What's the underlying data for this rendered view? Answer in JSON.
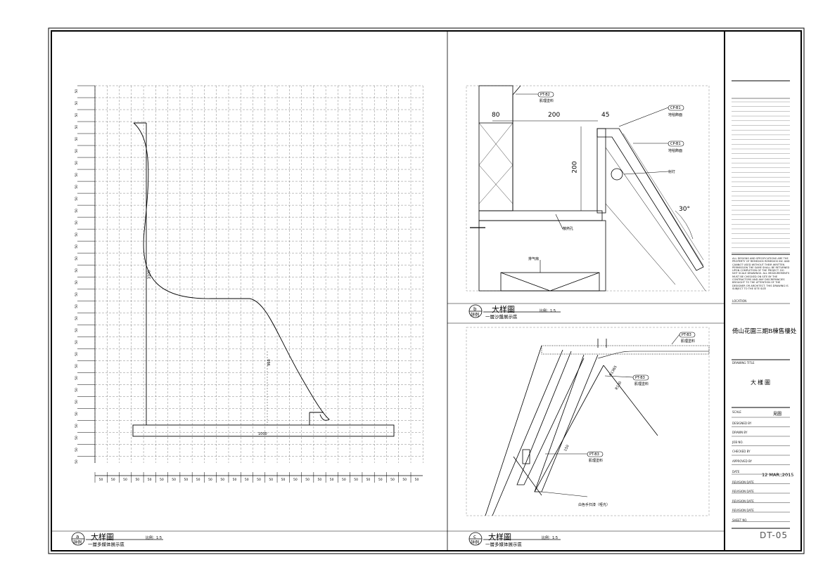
{
  "detail_a": {
    "circle_letter": "a",
    "circle_ref": "詳例",
    "title": "大样圖",
    "scale": "比例：1:5",
    "subtitle": "一層多媒体展示區",
    "dim_height": "1100",
    "dim_seat": "960",
    "dim_width": "1000",
    "grid_label": "50"
  },
  "detail_b": {
    "circle_letter": "b",
    "circle_ref": "詳例",
    "title": "大样圖",
    "scale": "比例：1:5",
    "subtitle": "一層沙盤展示區",
    "dim_80": "80",
    "dim_200_h": "200",
    "dim_45": "45",
    "dim_200_v": "200",
    "angle": "30°",
    "tags": [
      {
        "code": "PT-B2",
        "note": "肌理塗料"
      },
      {
        "code": "CP-B1",
        "note": "地毯飾面"
      },
      {
        "code": "CP-B1",
        "note": "地毯飾面"
      }
    ],
    "note_light": "射灯",
    "note_hole": "散熱孔",
    "note_vent": "排气扇"
  },
  "detail_c": {
    "circle_letter": "c",
    "circle_ref": "詳例",
    "title": "大样圖",
    "scale": "比例：1:5",
    "subtitle": "一層多媒体展示區",
    "tags": [
      {
        "code": "PT-B3",
        "note": "肌理塗料"
      },
      {
        "code": "PT-B3",
        "note": "肌理塗料"
      },
      {
        "code": "PT-B3",
        "note": "肌理塗料"
      }
    ],
    "dim_r1": "R1365",
    "dim_r2": "R130",
    "dim_150": "150",
    "note_paint": "白色手扫漆（哑光）"
  },
  "title_block": {
    "disclaimer": "ALL DESIGNS AND SPECIFICATIONS ARE THE PROPERTY OF REMEDIOS REMEDIOS INC AND CANNOT USED WITHOUT THEIR WRITTEN PERMISSION THE SAME SHALL BE RETURNED UPON COMPLETION OF THE PROJECT. DO NOT SCALE DRAWINGS. ALL MEASUREMENTS MUST BE CHECKED ON SITE BY THE CONTRACTORS AND ANY DISCREPANCIES BROUGHT TO THE ATTENTION OF THE DESIGNER OR ARCHITECT. THIS DRAWING IS SUBJECT TO THE SITE SIZE",
    "location_label": "LOCATION",
    "project": "倚山花園三期B棟售樓处",
    "drawing_title_label": "DRAWING TITLE",
    "drawing_title": "大樣圖",
    "scale_label": "SCALE",
    "scale_value": "見圖",
    "rows": [
      "DESIGNED BY",
      "DRAWN BY",
      "JOB NO.",
      "CHECKED BY",
      "APPROVED BY"
    ],
    "date_label": "DATE",
    "date_value": "12 MAR.,2015",
    "revisions": [
      "REVISION DATE",
      "REVISION DATE",
      "REVISION DATE",
      "REVISION DATE"
    ],
    "sheet_no_label": "SHEET NO.",
    "sheet_no": "DT-05"
  }
}
